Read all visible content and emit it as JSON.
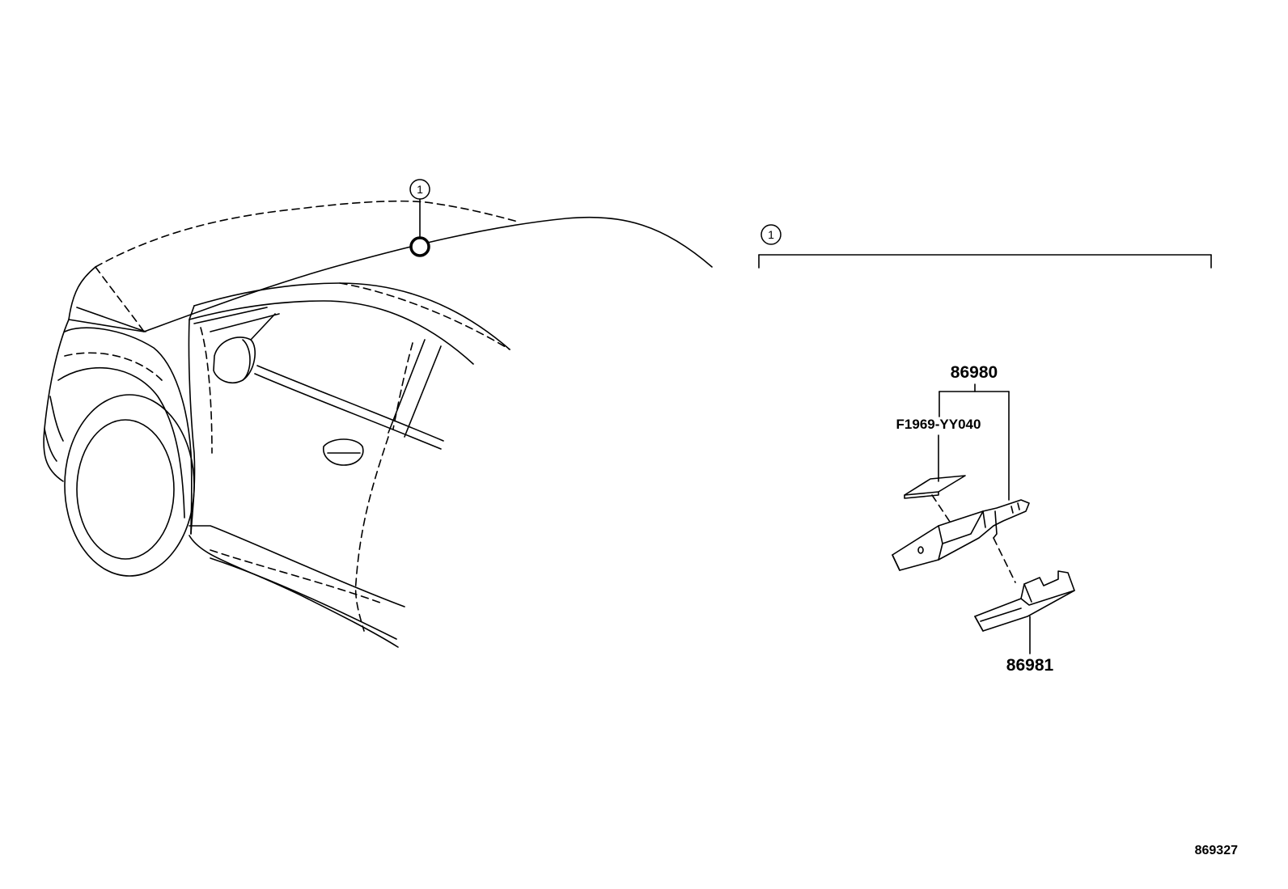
{
  "callouts": {
    "location_marker": "1",
    "detail_marker": "1"
  },
  "parts": {
    "assembly_number": "86980",
    "sub_part_number": "F1969-YY040",
    "bracket_number": "86981"
  },
  "illustration_id": "869327"
}
